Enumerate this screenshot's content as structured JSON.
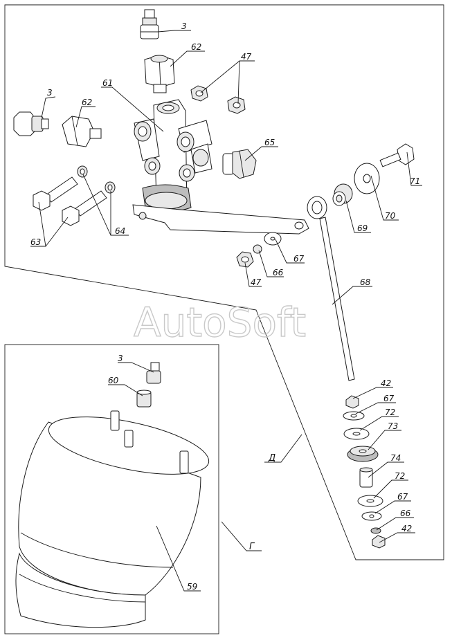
{
  "watermark": "AutoSoft",
  "callouts": {
    "c3_top": "3",
    "c62_top": "62",
    "c47_top": "47",
    "c3_left": "3",
    "c62_left": "62",
    "c61": "61",
    "c65": "65",
    "c71": "71",
    "c70": "70",
    "c69": "69",
    "c63": "63",
    "c64": "64",
    "c67_a": "67",
    "c66_a": "66",
    "c47_bottom": "47",
    "c68": "68",
    "c42_a": "42",
    "c67_b": "67",
    "c72_a": "72",
    "c73": "73",
    "c74": "74",
    "c72_b": "72",
    "c67_c": "67",
    "c66_b": "66",
    "c42_b": "42",
    "c3_bag": "3",
    "c60": "60",
    "c59": "59"
  },
  "view_labels": {
    "view_d": "Д",
    "view_g": "Г"
  }
}
